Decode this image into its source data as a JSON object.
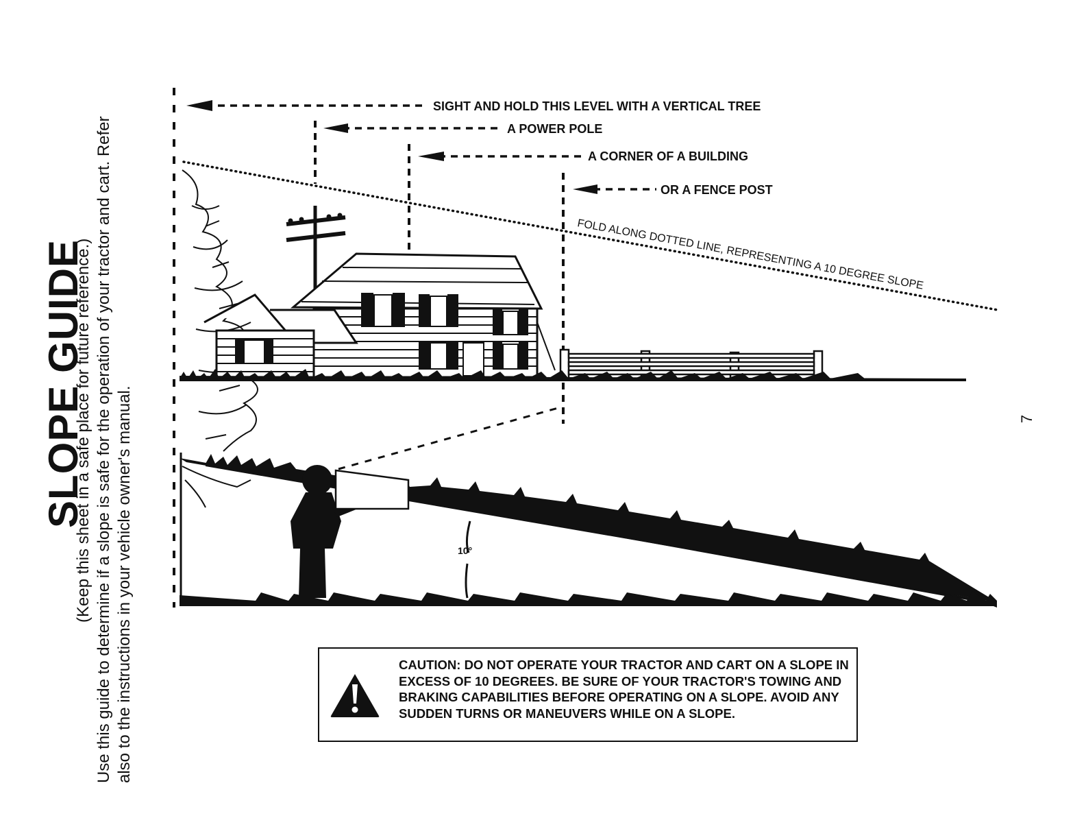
{
  "header": {
    "title": "SLOPE GUIDE",
    "subtitle": "(Keep this sheet in a safe place for future reference.)",
    "instructions_line1": "Use this guide to determine if a slope is safe for the operation of your tractor and cart. Refer",
    "instructions_line2": "also to the instructions in your vehicle owner's manual."
  },
  "diagram": {
    "sight_label": "SIGHT AND HOLD THIS LEVEL WITH A VERTICAL TREE",
    "power_pole_label": "A POWER POLE",
    "building_label": "A CORNER OF A BUILDING",
    "fence_label": "OR A FENCE POST",
    "fold_label": "FOLD ALONG DOTTED LINE, REPRESENTING A 10 DEGREE SLOPE",
    "angle_label": "10°"
  },
  "caution": {
    "icon": "warning-triangle-icon",
    "text": "CAUTION: DO NOT OPERATE YOUR TRACTOR AND CART ON A SLOPE IN EXCESS OF 10 DEGREES. BE SURE OF YOUR TRACTOR'S TOWING AND BRAKING CAPABILITIES BEFORE OPERATING ON A SLOPE. AVOID ANY SUDDEN TURNS OR MANEUVERS WHILE ON A SLOPE."
  },
  "footer": {
    "page_number": "7"
  }
}
